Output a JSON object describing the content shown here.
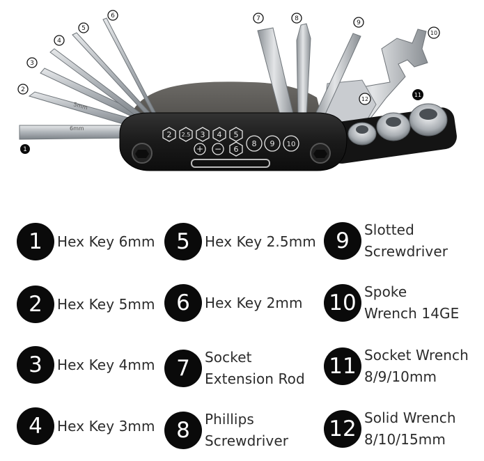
{
  "callouts": [
    "1",
    "2",
    "3",
    "4",
    "5",
    "6",
    "7",
    "8",
    "9",
    "10",
    "11",
    "12"
  ],
  "face_markings": {
    "top_row": [
      "2",
      "2.5",
      "3",
      "4",
      "5"
    ],
    "bottom_row": [
      "+",
      "−",
      "6",
      "8",
      "9",
      "10"
    ]
  },
  "key_engravings": [
    "6mm",
    "5mm"
  ],
  "items": [
    {
      "num": "1",
      "lines": [
        "Hex Key 6mm"
      ]
    },
    {
      "num": "2",
      "lines": [
        "Hex Key 5mm"
      ]
    },
    {
      "num": "3",
      "lines": [
        "Hex Key 4mm"
      ]
    },
    {
      "num": "4",
      "lines": [
        "Hex Key 3mm"
      ]
    },
    {
      "num": "5",
      "lines": [
        "Hex Key 2.5mm"
      ]
    },
    {
      "num": "6",
      "lines": [
        "Hex Key 2mm"
      ]
    },
    {
      "num": "7",
      "lines": [
        "Socket",
        "Extension Rod"
      ]
    },
    {
      "num": "8",
      "lines": [
        "Phillips",
        "Screwdriver"
      ]
    },
    {
      "num": "9",
      "lines": [
        "Slotted",
        "Screwdriver"
      ]
    },
    {
      "num": "10",
      "lines": [
        "Spoke",
        "Wrench 14GE"
      ]
    },
    {
      "num": "11",
      "lines": [
        "Socket Wrench",
        "8/9/10mm"
      ]
    },
    {
      "num": "12",
      "lines": [
        "Solid Wrench",
        "8/10/15mm"
      ]
    }
  ],
  "colors": {
    "badge": "#0a0a0a",
    "badge_text": "#ffffff",
    "label_text": "#2b2b2b",
    "tool_body": "#1c1c1c",
    "steel": "#b8bcc0"
  }
}
